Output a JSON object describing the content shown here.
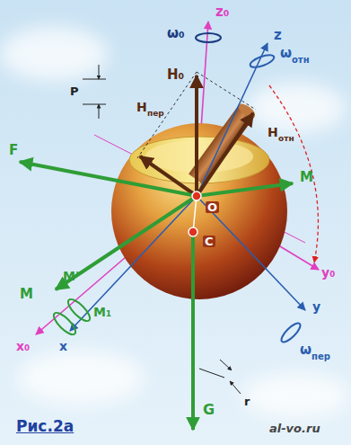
{
  "diagram": {
    "caption": "Рис.2а",
    "labels": [
      "z₀",
      "ω₀",
      "z",
      "ω",
      "отн",
      "H₀",
      "H",
      "отн",
      "H",
      "пер",
      "P",
      "F",
      "M",
      "O",
      "M",
      "M'",
      "M₁",
      "C",
      "x",
      "x₀",
      "y₀",
      "y",
      "ω",
      "пер",
      "r",
      "G",
      "al-vo.ru"
    ]
  }
}
